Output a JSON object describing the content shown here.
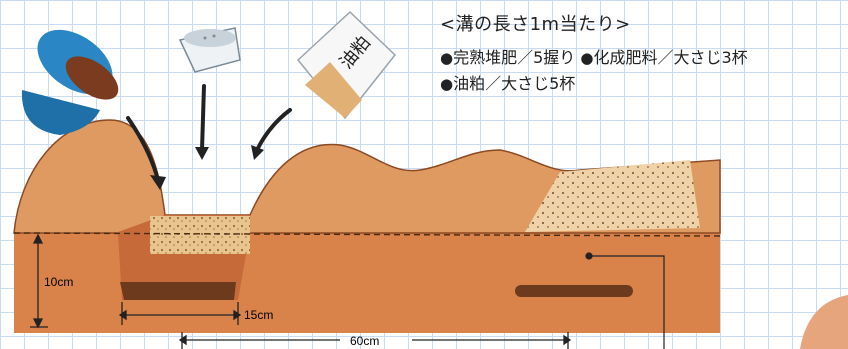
{
  "heading": "<溝の長さ1m当たり>",
  "amounts": [
    {
      "row": 1,
      "items": [
        "完熟堆肥／5握り",
        "化成肥料／大さじ3杯"
      ]
    },
    {
      "row": 2,
      "items": [
        "油粕／大さじ5杯"
      ]
    }
  ],
  "bullet_glyph": "●",
  "bag_label": "油粕",
  "dimensions": {
    "depth": "10cm",
    "width": "15cm",
    "spacing": "60cm"
  },
  "colors": {
    "soil": "#d9824a",
    "soil_dark": "#b4582c",
    "trench_fill": "#6e3a1e",
    "compost": "#e7c48a",
    "bucket": "#2b86c5",
    "grid": "#c9dbf1"
  },
  "icons": [
    "compost-bucket-icon",
    "fertilizer-cup-icon",
    "oil-cake-bag-icon"
  ]
}
